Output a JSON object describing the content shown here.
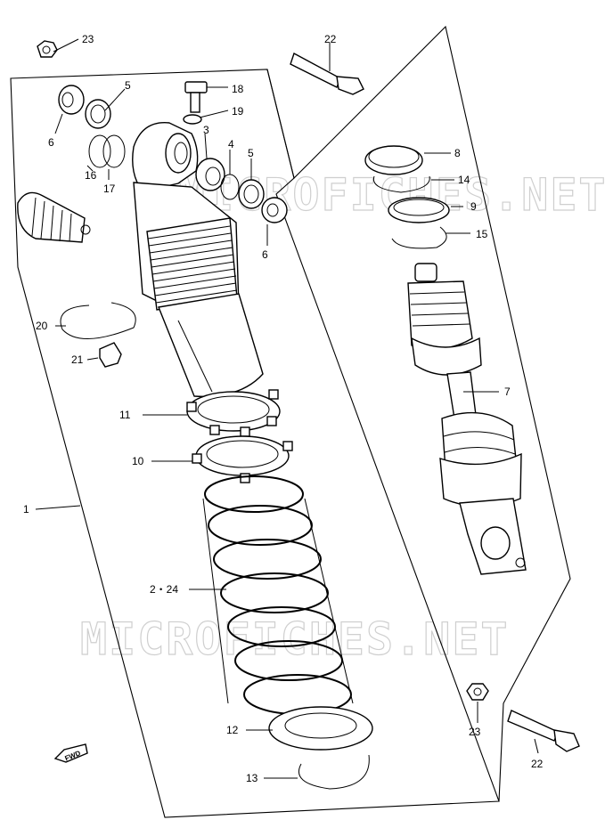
{
  "watermark": {
    "top": "MICROFICHES.NET",
    "bottom": "MICROFICHES.NET"
  },
  "fwd_label": "FWD",
  "callouts": {
    "p23a": "23",
    "p22a": "22",
    "p5a": "5",
    "p18": "18",
    "p19": "19",
    "p6a": "6",
    "p3": "3",
    "p4": "4",
    "p5b": "5",
    "p16": "16",
    "p17": "17",
    "p8": "8",
    "p14": "14",
    "p9": "9",
    "p15": "15",
    "p6b": "6",
    "p20": "20",
    "p21": "21",
    "p7": "7",
    "p11": "11",
    "p10": "10",
    "p1": "1",
    "p2_24": "2・24",
    "p23b": "23",
    "p12": "12",
    "p22b": "22",
    "p13": "13"
  }
}
